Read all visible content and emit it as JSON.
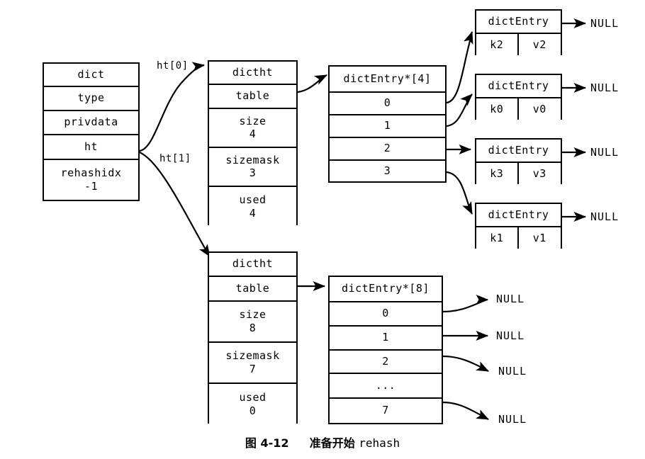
{
  "figure": {
    "caption_prefix": "图 4-12",
    "caption_text": "准备开始",
    "caption_mono": "rehash",
    "null_label": "NULL"
  },
  "dict_struct": {
    "title": "dict",
    "fields": [
      {
        "name": "dict",
        "value": ""
      },
      {
        "name": "type",
        "value": ""
      },
      {
        "name": "privdata",
        "value": ""
      },
      {
        "name": "ht",
        "value": ""
      },
      {
        "name": "rehashidx",
        "value": "-1"
      }
    ]
  },
  "pointers": {
    "ht0_label": "ht[0]",
    "ht1_label": "ht[1]"
  },
  "hashtables": [
    {
      "id": "ht0",
      "title": "dictht",
      "fields": [
        {
          "name": "dictht",
          "value": ""
        },
        {
          "name": "table",
          "value": ""
        },
        {
          "name": "size",
          "value": "4"
        },
        {
          "name": "sizemask",
          "value": "3"
        },
        {
          "name": "used",
          "value": "4"
        }
      ]
    },
    {
      "id": "ht1",
      "title": "dictht",
      "fields": [
        {
          "name": "dictht",
          "value": ""
        },
        {
          "name": "table",
          "value": ""
        },
        {
          "name": "size",
          "value": "8"
        },
        {
          "name": "sizemask",
          "value": "7"
        },
        {
          "name": "used",
          "value": "0"
        }
      ]
    }
  ],
  "tables": [
    {
      "id": "table0",
      "header": "dictEntry*[4]",
      "slots": [
        "0",
        "1",
        "2",
        "3"
      ]
    },
    {
      "id": "table1",
      "header": "dictEntry*[8]",
      "slots": [
        "0",
        "1",
        "2",
        "...",
        "7"
      ]
    }
  ],
  "entries": [
    {
      "id": "entry-k2",
      "title": "dictEntry",
      "key": "k2",
      "value": "v2",
      "next": "NULL"
    },
    {
      "id": "entry-k0",
      "title": "dictEntry",
      "key": "k0",
      "value": "v0",
      "next": "NULL"
    },
    {
      "id": "entry-k3",
      "title": "dictEntry",
      "key": "k3",
      "value": "v3",
      "next": "NULL"
    },
    {
      "id": "entry-k1",
      "title": "dictEntry",
      "key": "k1",
      "value": "v1",
      "next": "NULL"
    }
  ],
  "table1_nulls": [
    "NULL",
    "NULL",
    "NULL",
    "NULL"
  ],
  "colors": {
    "stroke": "#000000",
    "background": "#ffffff"
  }
}
